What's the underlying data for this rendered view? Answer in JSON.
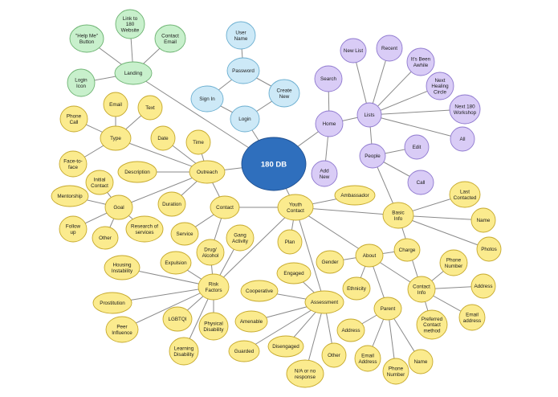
{
  "colors": {
    "hub": "#2f6fbd",
    "hub_stroke": "#1f4f8f",
    "green": "#c8f0cc",
    "green_stroke": "#6db372",
    "blue": "#cde9f7",
    "blue_stroke": "#6aaed0",
    "purple": "#d9ccf6",
    "purple_stroke": "#8f79cf",
    "yellow": "#fbeb8e",
    "yellow_stroke": "#c6a92c",
    "line": "#8a8a8a"
  },
  "nodes": {
    "hub": "180 DB",
    "landing": "Landing",
    "help_me": "\"Help Me\"|Button",
    "link_180": "Link to|180|Website",
    "contact_email": "Contact|Email",
    "login_icon": "Login|Icon",
    "user_name": "User|Name",
    "password": "Password",
    "create_new": "Create|New",
    "sign_in": "Sign In",
    "login": "Login",
    "home": "Home",
    "search": "Search",
    "add_new": "Add|New",
    "lists": "Lists",
    "new_list": "New List",
    "recent": "Recent",
    "been_awhile": "It's Been|Awhile",
    "next_healing": "Next|Healing|Circle",
    "next_workshop": "Next 180|Workshop",
    "all": "All",
    "people": "People",
    "edit": "Edit",
    "call": "Call",
    "type": "Type",
    "email": "Email",
    "text": "Text",
    "phone_call": "Phone|Call",
    "face_to_face": "Face-to-|face",
    "date": "Date",
    "time": "Time",
    "outreach": "Outreach",
    "description": "Description",
    "initial_contact": "Initial|Contact",
    "mentorship": "Mentorship",
    "goal": "Goal",
    "follow_up": "Follow|up",
    "other_goal": "Other",
    "research": "Research of|services",
    "duration": "Duration",
    "contact": "Contact",
    "service": "Service",
    "drug_alcohol": "Drug/|Alcohol",
    "gang_activity": "Gang|Activity",
    "expulsion": "Expulsion",
    "housing": "Housing|Instability",
    "risk_factors": "Risk|Factors",
    "prostitution": "Prostitution",
    "peer_influence": "Peer|Influence",
    "lgbtqi": "LGBTQI",
    "physical_disability": "Physical|Disability",
    "learning_disability": "Learning|Disability",
    "youth_contact": "Youth|Contact",
    "ambassador": "Ambassador",
    "plan": "Plan",
    "engaged": "Engaged",
    "cooperative": "Cooperative",
    "assessment": "Assessment",
    "amenable": "Amenable",
    "disengaged": "Disengaged",
    "guarded": "Guarded",
    "na_response": "N/A or no|response",
    "other_assess": "Other",
    "basic_info": "Basic|Info",
    "last_contacted": "Last|Contacted",
    "name_basic": "Name",
    "photos": "Photos",
    "about": "About",
    "gender": "Gender",
    "charge": "Charge",
    "ethnicity": "Ethnicity",
    "parent": "Parent",
    "address_parent": "Address",
    "email_address_parent": "Email|Address",
    "phone_number_parent": "Phone|Number",
    "name_parent": "Name",
    "phone_number_contact": "Phone|Number",
    "contact_info": "Contact|Info",
    "address_contact": "Address",
    "email_address_contact": "Email|address",
    "preferred_contact": "Preferred|Contact|method"
  }
}
